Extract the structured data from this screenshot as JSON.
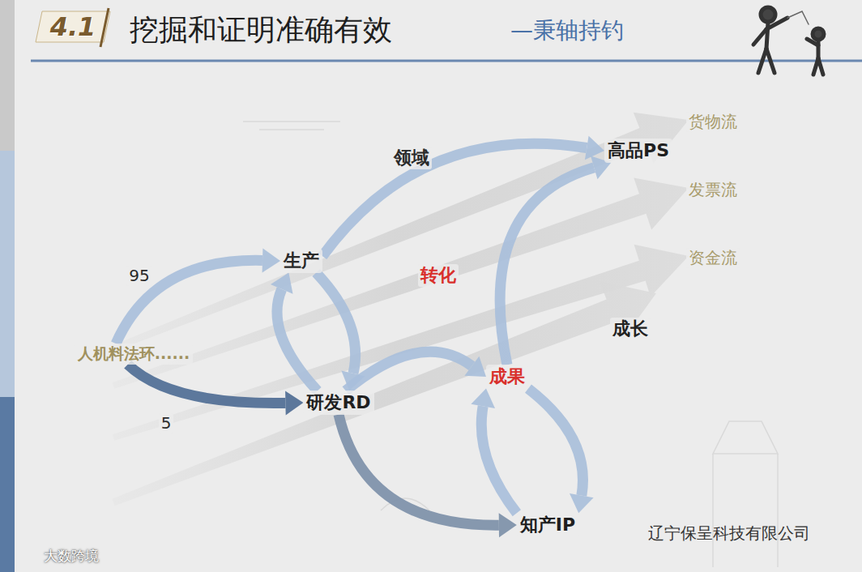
{
  "diagram": {
    "title": "挖掘和证明准确有效",
    "nodes": [
      {
        "text": [
          "人机料法环......"
        ]
      },
      {
        "text": [
          "生产"
        ]
      },
      {
        "text": [
          "研发RD"
        ]
      },
      {
        "text": [
          "成果"
        ]
      },
      {
        "text": [
          "知产IP"
        ]
      },
      {
        "text": [
          "高品PS"
        ]
      }
    ],
    "edges": [
      {
        "from": 0,
        "to": 1,
        "arrow": "to",
        "label": "95"
      },
      {
        "from": 0,
        "to": 2,
        "arrow": "to",
        "label": "5"
      },
      {
        "from": 1,
        "to": 2,
        "arrow": "to"
      },
      {
        "from": 2,
        "to": 1,
        "arrow": "to"
      },
      {
        "from": 1,
        "to": 5,
        "arrow": "to",
        "label": "领域"
      },
      {
        "from": 2,
        "to": 3,
        "arrow": "to"
      },
      {
        "from": 2,
        "to": 4,
        "arrow": "to"
      },
      {
        "from": 3,
        "to": 4,
        "arrow": "to"
      },
      {
        "from": 4,
        "to": 3,
        "arrow": "to"
      },
      {
        "from": 3,
        "to": 5,
        "arrow": "to",
        "label": "转化"
      }
    ],
    "labels": [
      "4.1",
      "—秉轴持钓",
      "货物流",
      "发票流",
      "资金流",
      "成长",
      "辽宁保呈科技有限公司",
      "大数跨境"
    ]
  }
}
